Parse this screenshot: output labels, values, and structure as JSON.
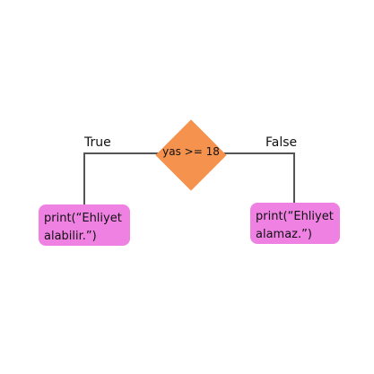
{
  "diagram": {
    "decision": {
      "label": "yas >= 18"
    },
    "branches": {
      "true_label": "True",
      "false_label": "False"
    },
    "actions": {
      "true_action": {
        "line1": "print(“Ehliyet",
        "line2": "alabilir.”)"
      },
      "false_action": {
        "line1": "print(“Ehliyet",
        "line2": "alamaz.”)"
      }
    },
    "colors": {
      "decision_fill": "#F5924E",
      "action_fill": "#EF81E3",
      "connector": "#555555"
    }
  }
}
